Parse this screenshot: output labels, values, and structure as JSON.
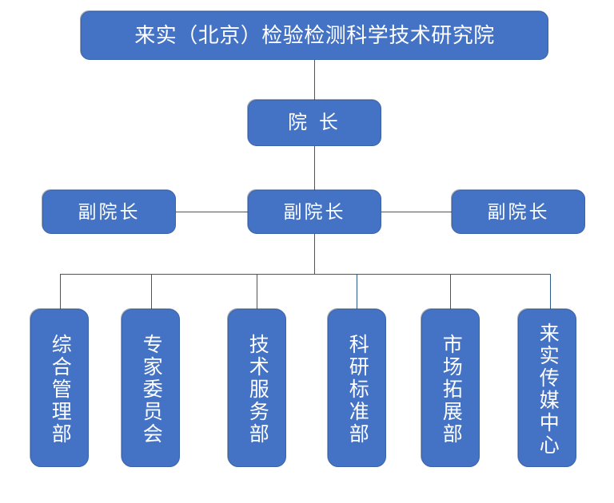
{
  "diagram": {
    "type": "organization-chart",
    "title": "来实（北京）检验检测科学技术研究院",
    "accent_color": "#4472C4",
    "line_color": "#2E5C8A",
    "text_color": "#FFFFFF",
    "background_color": "#FFFFFF"
  },
  "root": {
    "label": "来实（北京）检验检测科学技术研究院"
  },
  "director": {
    "label": "院 长"
  },
  "vice_directors": [
    {
      "label": "副院长",
      "position": "left"
    },
    {
      "label": "副院长",
      "position": "center"
    },
    {
      "label": "副院长",
      "position": "right"
    }
  ],
  "departments": [
    {
      "label": "综合管理部"
    },
    {
      "label": "专家委员会"
    },
    {
      "label": "技术服务部"
    },
    {
      "label": "科研标准部"
    },
    {
      "label": "市场拓展部"
    },
    {
      "label": "来实传媒中心"
    }
  ]
}
